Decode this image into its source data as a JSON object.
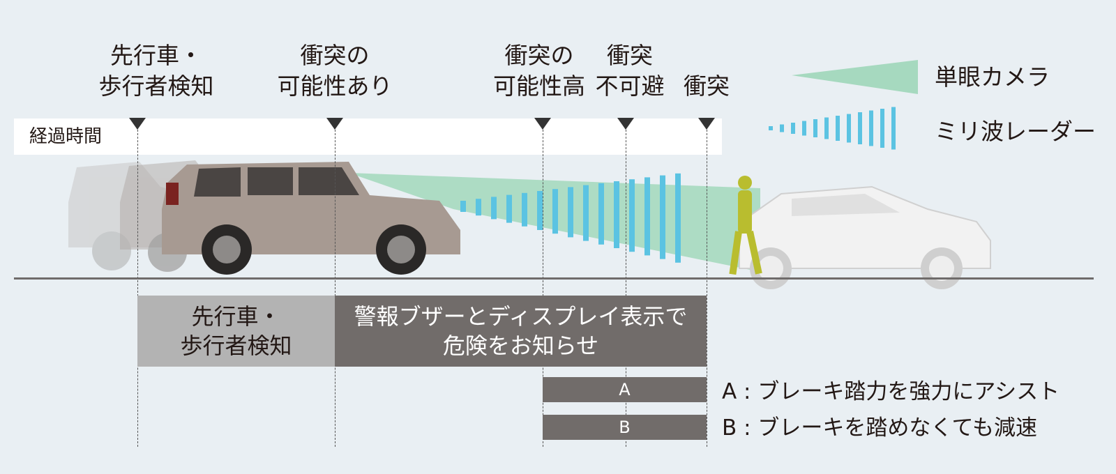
{
  "stages": [
    {
      "line1": "先行車・",
      "line2": "歩行者検知"
    },
    {
      "line1": "衝突の",
      "line2": "可能性あり"
    },
    {
      "line1": "衝突の",
      "line2": "可能性高"
    },
    {
      "line1": "衝突",
      "line2": "不可避"
    },
    {
      "line1": "",
      "line2": "衝突"
    }
  ],
  "timeline_label": "経過時間",
  "legend": {
    "camera": "単眼カメラ",
    "radar": "ミリ波レーダー",
    "camera_color": "#a6d9bf",
    "radar_color": "#5bc3e2"
  },
  "phase_boxes": {
    "detect": {
      "line1": "先行車・",
      "line2": "歩行者検知"
    },
    "warn": {
      "line1": "警報ブザーとディスプレイ表示で",
      "line2": "危険をお知らせ"
    }
  },
  "bars": {
    "a": "A",
    "b": "B"
  },
  "notes": {
    "a": "A : ブレーキ踏力を強力にアシスト",
    "b": "B : ブレーキを踏めなくても減速"
  }
}
